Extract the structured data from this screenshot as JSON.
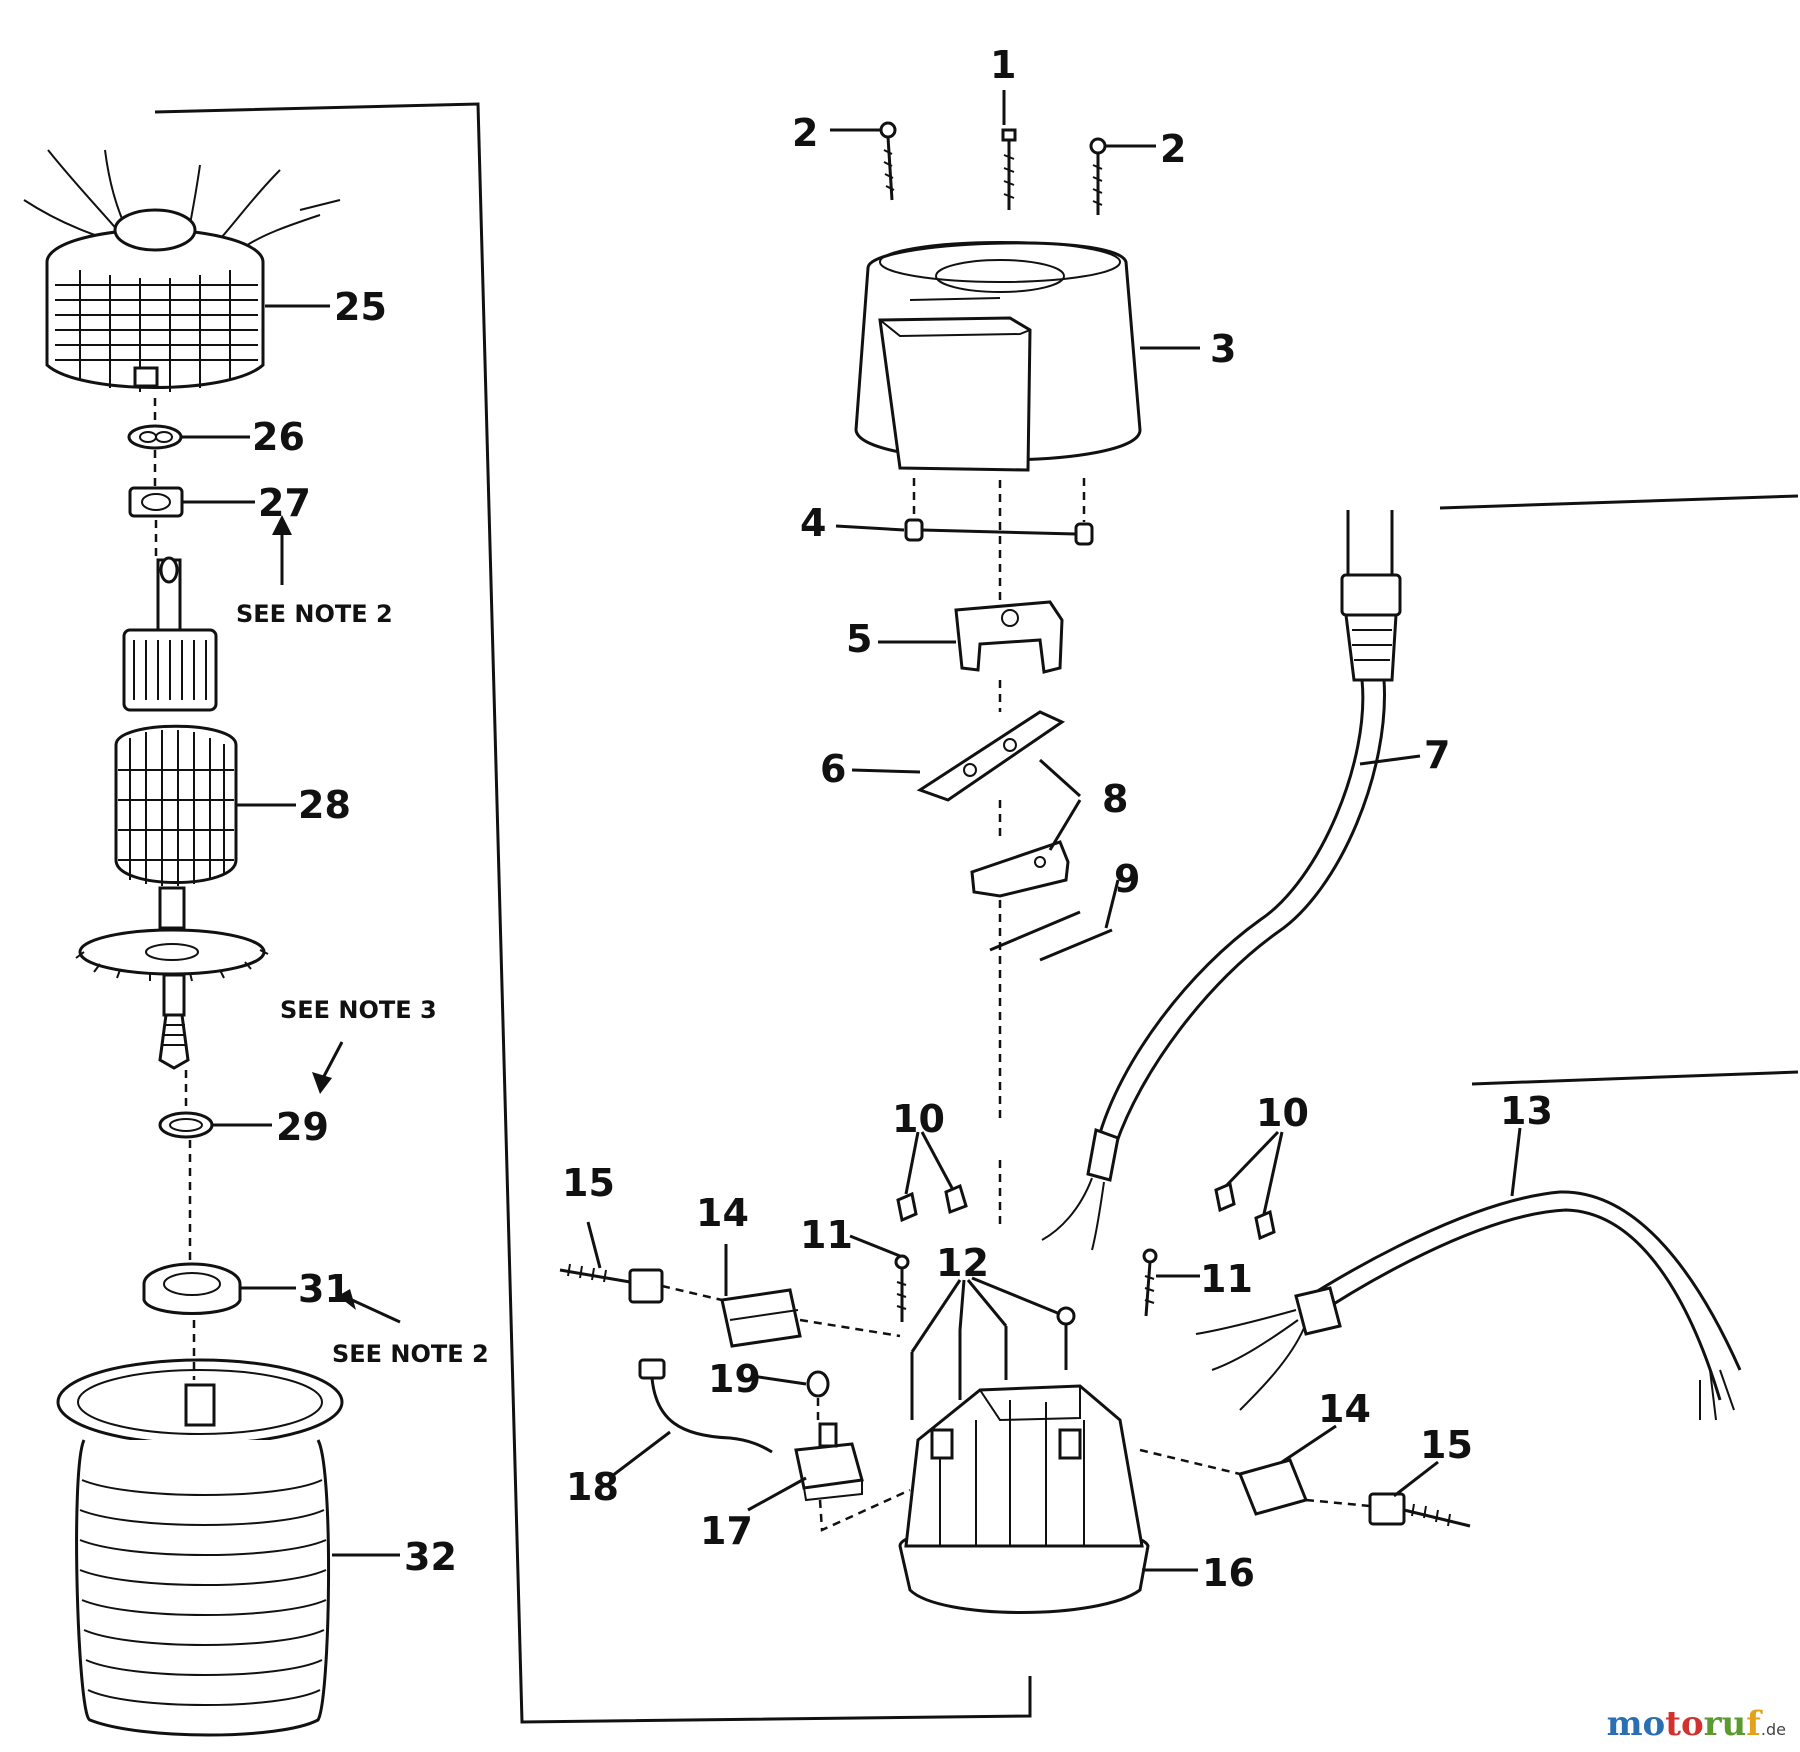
{
  "callouts": {
    "c1": "1",
    "c2a": "2",
    "c2b": "2",
    "c3": "3",
    "c4": "4",
    "c5": "5",
    "c6": "6",
    "c7": "7",
    "c8": "8",
    "c9": "9",
    "c10a": "10",
    "c10b": "10",
    "c11a": "11",
    "c11b": "11",
    "c12": "12",
    "c13": "13",
    "c14a": "14",
    "c14b": "14",
    "c15a": "15",
    "c15b": "15",
    "c16": "16",
    "c17": "17",
    "c18": "18",
    "c19": "19",
    "c25": "25",
    "c26": "26",
    "c27": "27",
    "c28": "28",
    "c29": "29",
    "c31": "31",
    "c32": "32"
  },
  "notes": {
    "n27": "SEE NOTE 2",
    "n29": "SEE NOTE 3",
    "n31": "SEE NOTE 2"
  },
  "brand": {
    "p1": "mo",
    "p2": "to",
    "p3": "ru",
    "p4": "f",
    "suffix": ".de"
  }
}
